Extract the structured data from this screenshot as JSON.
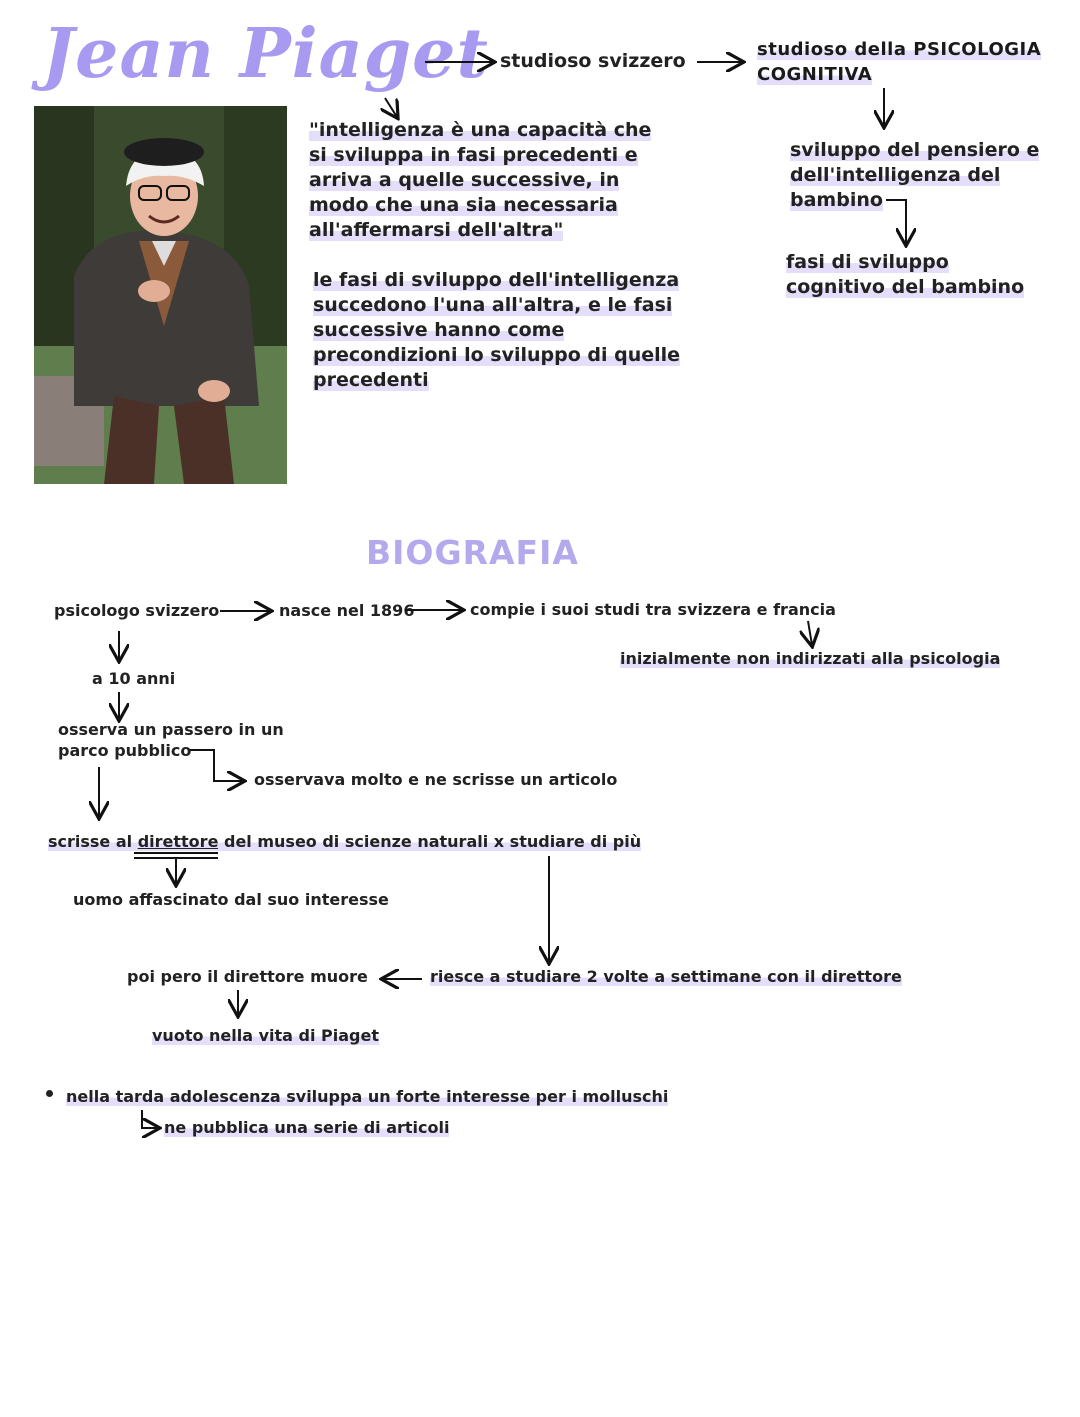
{
  "title": "Jean Piaget",
  "top": {
    "studioso": "studioso svizzero",
    "psicologia_line1": "studioso della PSICOLOGIA",
    "psicologia_line2": "COGNITIVA",
    "sviluppo_1": "sviluppo del pensiero e",
    "sviluppo_2": "dell'intelligenza del",
    "sviluppo_3": "bambino",
    "fasi_1": "fasi di sviluppo",
    "fasi_2": "cognitivo del bambino",
    "quote_1": "\"intelligenza è una capacità che",
    "quote_2": "si sviluppa in fasi precedenti e",
    "quote_3": "arriva a quelle successive, in",
    "quote_4": "modo che una sia necessaria",
    "quote_5": "all'affermarsi dell'altra\"",
    "phases_1": "le fasi di sviluppo dell'intelligenza",
    "phases_2": "succedono l'una all'altra, e le fasi",
    "phases_3": "successive hanno come",
    "phases_4": "precondizioni lo sviluppo di quelle",
    "phases_5": "precedenti"
  },
  "biografia": {
    "heading": "BIOGRAFIA",
    "psicologo": "psicologo svizzero",
    "nasce": "nasce nel 1896",
    "studi": "compie i suoi studi tra svizzera e francia",
    "inizialmente": "inizialmente non indirizzati alla psicologia",
    "dieci_anni": "a 10 anni",
    "passero_1": "osserva un passero in un",
    "passero_2": "parco pubblico",
    "articolo": "osservava molto e ne scrisse un articolo",
    "scrisse_pre": "scrisse al ",
    "scrisse_dir": "direttore",
    "scrisse_post": " del museo di scienze naturali x studiare di più",
    "uomo": "uomo affascinato dal suo interesse",
    "muore": "poi pero il direttore muore",
    "riesce": "riesce a studiare 2 volte a settimane con il direttore",
    "vuoto": "vuoto nella vita di Piaget",
    "molluschi": "nella tarda adolescenza sviluppa un forte interesse per i molluschi",
    "articoli": "ne pubblica una serie di articoli"
  },
  "colors": {
    "accent": "#a89af0",
    "highlight": "#e4defb"
  }
}
